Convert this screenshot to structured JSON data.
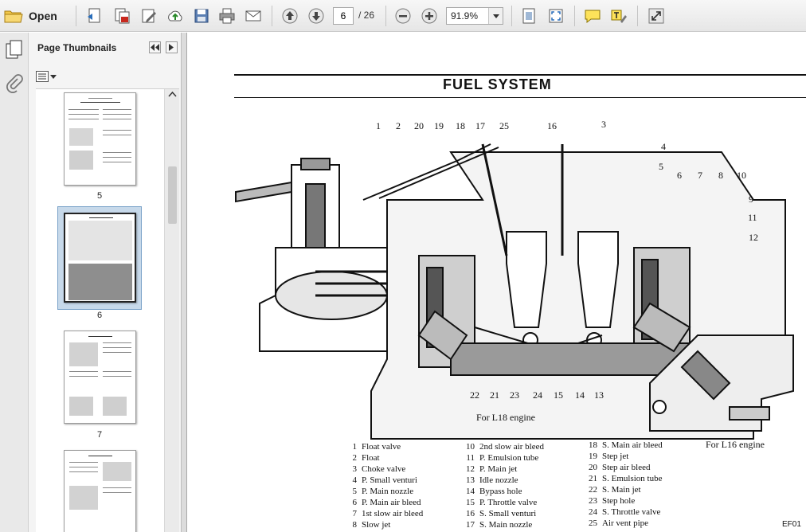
{
  "toolbar": {
    "open_label": "Open",
    "page_current": "6",
    "page_total": "/ 26",
    "zoom_value": "91.9%",
    "icons": [
      "open-folder-icon",
      "create-pdf-icon",
      "combine-files-icon",
      "edit-icon",
      "upload-icon",
      "save-icon",
      "print-icon",
      "email-icon",
      "previous-page-icon",
      "next-page-icon",
      "zoom-out-icon",
      "zoom-in-icon",
      "fit-page-icon",
      "full-screen-icon",
      "comment-icon",
      "highlight-icon",
      "expand-icon"
    ]
  },
  "panel": {
    "title": "Page Thumbnails",
    "thumbnails": [
      {
        "label": "5",
        "selected": false
      },
      {
        "label": "6",
        "selected": true
      },
      {
        "label": "7",
        "selected": false
      }
    ]
  },
  "document": {
    "title": "FUEL SYSTEM",
    "caption_l18": "For L18 engine",
    "caption_l16": "For L16 engine",
    "figure_code": "EF01",
    "callouts_top": [
      "1",
      "2",
      "20",
      "19",
      "18",
      "17",
      "25",
      "16",
      "3",
      "4",
      "5",
      "6",
      "7",
      "8",
      "10",
      "9",
      "11",
      "12"
    ],
    "callouts_bottom": [
      "22",
      "21",
      "23",
      "24",
      "15",
      "14",
      "13"
    ],
    "legend": [
      {
        "n": "1",
        "text": "Float valve"
      },
      {
        "n": "2",
        "text": "Float"
      },
      {
        "n": "3",
        "text": "Choke valve"
      },
      {
        "n": "4",
        "text": "P. Small venturi"
      },
      {
        "n": "5",
        "text": "P. Main nozzle"
      },
      {
        "n": "6",
        "text": "P. Main air bleed"
      },
      {
        "n": "7",
        "text": "1st slow air bleed"
      },
      {
        "n": "8",
        "text": "Slow jet"
      },
      {
        "n": "10",
        "text": "2nd slow air bleed"
      },
      {
        "n": "11",
        "text": "P. Emulsion tube"
      },
      {
        "n": "12",
        "text": "P. Main jet"
      },
      {
        "n": "13",
        "text": "Idle nozzle"
      },
      {
        "n": "14",
        "text": "Bypass hole"
      },
      {
        "n": "15",
        "text": "P. Throttle valve"
      },
      {
        "n": "16",
        "text": "S. Small venturi"
      },
      {
        "n": "17",
        "text": "S. Main nozzle"
      },
      {
        "n": "18",
        "text": "S. Main air bleed"
      },
      {
        "n": "19",
        "text": "Step jet"
      },
      {
        "n": "20",
        "text": "Step air bleed"
      },
      {
        "n": "21",
        "text": "S. Emulsion tube"
      },
      {
        "n": "22",
        "text": "S. Main jet"
      },
      {
        "n": "23",
        "text": "Step hole"
      },
      {
        "n": "24",
        "text": "S. Throttle valve"
      },
      {
        "n": "25",
        "text": "Air vent pipe"
      }
    ]
  }
}
